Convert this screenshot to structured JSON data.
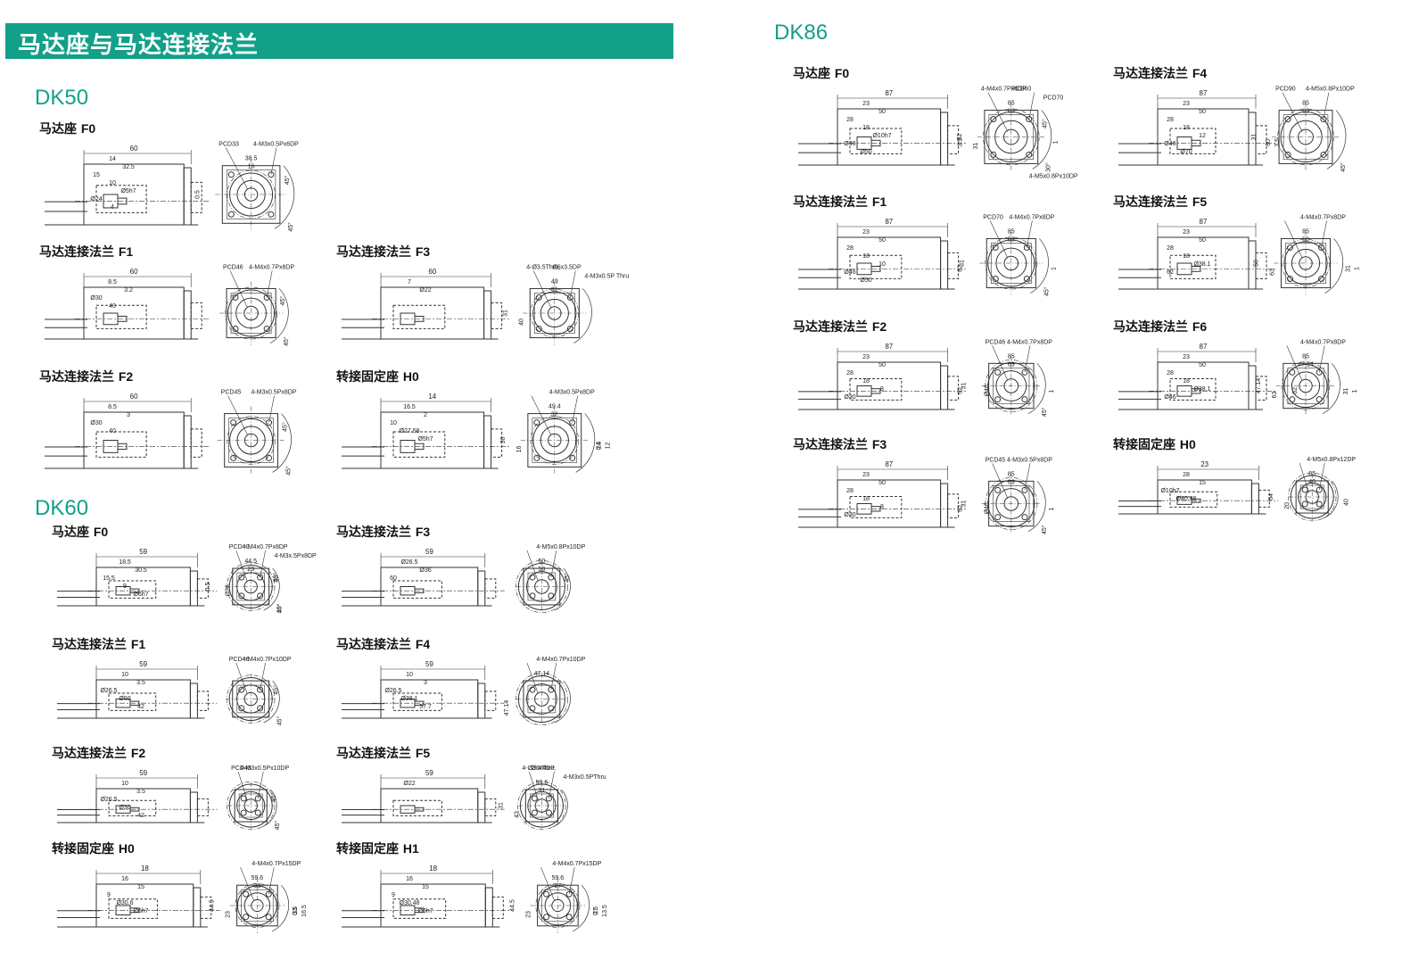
{
  "banner": {
    "title": "马达座与马达连接法兰"
  },
  "sections": [
    {
      "title": "DK50",
      "panels": [
        {
          "label": "马达座",
          "code": "F0",
          "side_dims": [
            "60",
            "14",
            "32.5",
            "15",
            "10",
            "Ø5h7",
            "Ø24",
            "4"
          ],
          "front_notes": [
            "PCD33",
            "4-M3x0.5Px6DP"
          ],
          "front_dims": [
            "38.5",
            "16",
            "0.5",
            "45°",
            "45°"
          ]
        },
        {
          "label": "马达连接法兰",
          "code": "F1",
          "side_dims": [
            "60",
            "8.5",
            "3.2",
            "Ø30",
            "40"
          ],
          "front_notes": [
            "PCD46",
            "4-M4x0.7Px8DP"
          ],
          "front_dims": [
            "45°",
            "45°"
          ]
        },
        {
          "label": "马达连接法兰",
          "code": "F3",
          "side_dims": [
            "60",
            "7",
            "Ø22"
          ],
          "front_notes": [
            "4-Ø3.5Thru,",
            "Ø6x3.5DP",
            "4-M3x0.5P Thru"
          ],
          "front_dims": [
            "49",
            "31",
            "31",
            "40"
          ]
        },
        {
          "label": "马达连接法兰",
          "code": "F2",
          "side_dims": [
            "60",
            "8.5",
            "3",
            "Ø30",
            "40"
          ],
          "front_notes": [
            "PCD45",
            "4-M3x0.5Px8DP"
          ],
          "front_dims": [
            "45°",
            "45°"
          ]
        },
        {
          "label": "转接固定座",
          "code": "H0",
          "side_dims": [
            "14",
            "16.5",
            "2",
            "10",
            "Ø27.58",
            "Ø5h7"
          ],
          "front_notes": [
            "4-M3x0.5Px8DP"
          ],
          "front_dims": [
            "49.4",
            "32",
            "36",
            "16",
            "0.5",
            "12",
            "24"
          ]
        }
      ]
    },
    {
      "title": "DK60",
      "panels": [
        {
          "label": "马达座",
          "code": "F0",
          "side_dims": [
            "59",
            "18.5",
            "30.5",
            "15.5",
            "9",
            "Ø6h7",
            "Ø28"
          ],
          "front_notes": [
            "PCD40",
            "4-M4x0.7Px8DP",
            "4-M3x.5Px8DP"
          ],
          "front_dims": [
            "44.5",
            "23",
            "0.5",
            "45°",
            "45°",
            "30°",
            "30°"
          ]
        },
        {
          "label": "马达连接法兰",
          "code": "F3",
          "side_dims": [
            "59",
            "Ø26.5",
            "Ø36",
            "60"
          ],
          "front_notes": [
            "4-M5x0.8Px10DP"
          ],
          "front_dims": [
            "50",
            "50",
            "45°"
          ]
        },
        {
          "label": "马达连接法兰",
          "code": "F1",
          "side_dims": [
            "59",
            "10",
            "3.5",
            "Ø26.5",
            "Ø50",
            "42"
          ],
          "front_notes": [
            "PCD46",
            "4-M4x0.7Px10DP"
          ],
          "front_dims": [
            "45°",
            "45°"
          ]
        },
        {
          "label": "马达连接法兰",
          "code": "F4",
          "side_dims": [
            "59",
            "10",
            "3",
            "Ø26.5",
            "Ø38.1",
            "57.7"
          ],
          "front_notes": [
            "4-M4x0.7Px10DP"
          ],
          "front_dims": [
            "47.14",
            "47.14"
          ]
        },
        {
          "label": "马达连接法兰",
          "code": "F2",
          "side_dims": [
            "59",
            "10",
            "3.5",
            "Ø26.5",
            "Ø30",
            "42"
          ],
          "front_notes": [
            "PCD45",
            "4-M3x0.5Px10DP"
          ],
          "front_dims": [
            "45°",
            "45°"
          ]
        },
        {
          "label": "马达连接法兰",
          "code": "F5",
          "side_dims": [
            "59",
            "Ø22"
          ],
          "front_notes": [
            "4-Ø3.4Thru,",
            "Ø6x4DP",
            "4-M3x0.5PThru"
          ],
          "front_dims": [
            "59.6",
            "31",
            "31",
            "43"
          ]
        },
        {
          "label": "转接固定座",
          "code": "H0",
          "side_dims": [
            "18",
            "16",
            "15",
            "9",
            "Ø30.6",
            "Ø6h7"
          ],
          "front_notes": [
            "4-M4x0.7Px15DP"
          ],
          "front_dims": [
            "59.6",
            "33",
            "44.5",
            "23",
            "0.5",
            "16.5",
            "33"
          ]
        },
        {
          "label": "转接固定座",
          "code": "H1",
          "side_dims": [
            "18",
            "16",
            "15",
            "9",
            "Ø30.48",
            "Ø6h7"
          ],
          "front_notes": [
            "4-M4x0.7Px15DP"
          ],
          "front_dims": [
            "59.6",
            "27",
            "44.5",
            "23",
            "0.5",
            "13.5",
            "27"
          ]
        }
      ]
    },
    {
      "title": "DK86",
      "panels": [
        {
          "label": "马达座",
          "code": "F0",
          "side_dims": [
            "87",
            "23",
            "50",
            "28",
            "18",
            "Ø10h7",
            "Ø46",
            "Ø50",
            "3.5"
          ],
          "front_notes": [
            "4-M4x0.7Px8DP",
            "PCD60",
            "PCD70",
            "4-M5x0.8Px10DP"
          ],
          "front_dims": [
            "85",
            "63",
            "32",
            "31",
            "45°",
            "30°",
            "1"
          ]
        },
        {
          "label": "马达连接法兰",
          "code": "F4",
          "side_dims": [
            "87",
            "23",
            "50",
            "28",
            "18",
            "12",
            "Ø46",
            "Ø70",
            "80",
            "3.5"
          ],
          "front_notes": [
            "PCD90",
            "4-M5x0.8Px10DP"
          ],
          "front_dims": [
            "85",
            "63",
            "31",
            "45°"
          ]
        },
        {
          "label": "马达连接法兰",
          "code": "F1",
          "side_dims": [
            "87",
            "23",
            "50",
            "28",
            "18",
            "10",
            "Ø46",
            "Ø50",
            "62"
          ],
          "front_notes": [
            "PCD70",
            "4-M4x0.7Px8DP"
          ],
          "front_dims": [
            "85",
            "63",
            "31",
            "45°",
            "1"
          ]
        },
        {
          "label": "马达连接法兰",
          "code": "F5",
          "side_dims": [
            "87",
            "23",
            "50",
            "28",
            "18",
            "Ø38.1",
            "62"
          ],
          "front_notes": [
            "4-M4x0.7Px8DP"
          ],
          "front_dims": [
            "85",
            "50",
            "50",
            "63",
            "31",
            "1"
          ]
        },
        {
          "label": "马达连接法兰",
          "code": "F2",
          "side_dims": [
            "87",
            "23",
            "50",
            "28",
            "18",
            "8",
            "Ø30",
            "Ø46",
            "62"
          ],
          "front_notes": [
            "PCD46",
            "4-M4x0.7Px8DP"
          ],
          "front_dims": [
            "85",
            "63",
            "31",
            "45°",
            "1"
          ]
        },
        {
          "label": "马达连接法兰",
          "code": "F6",
          "side_dims": [
            "87",
            "23",
            "50",
            "28",
            "18",
            "Ø38.1",
            "Ø46",
            "62"
          ],
          "front_notes": [
            "4-M4x0.7Px8DP"
          ],
          "front_dims": [
            "85",
            "47.14",
            "47.14",
            "63",
            "31",
            "1"
          ]
        },
        {
          "label": "马达连接法兰",
          "code": "F3",
          "side_dims": [
            "87",
            "23",
            "50",
            "28",
            "18",
            "8",
            "Ø30",
            "Ø46",
            "62"
          ],
          "front_notes": [
            "PCD45",
            "4-M3x0.5Px8DP"
          ],
          "front_dims": [
            "85",
            "63",
            "31",
            "45°",
            "1"
          ]
        },
        {
          "label": "转接固定座",
          "code": "H0",
          "side_dims": [
            "23",
            "28",
            "15",
            "Ø10h7",
            "Ø40.46"
          ],
          "front_notes": [
            "4-M5x0.8Px12DP"
          ],
          "front_dims": [
            "85",
            "40",
            "64",
            "20",
            "40"
          ]
        }
      ]
    }
  ]
}
